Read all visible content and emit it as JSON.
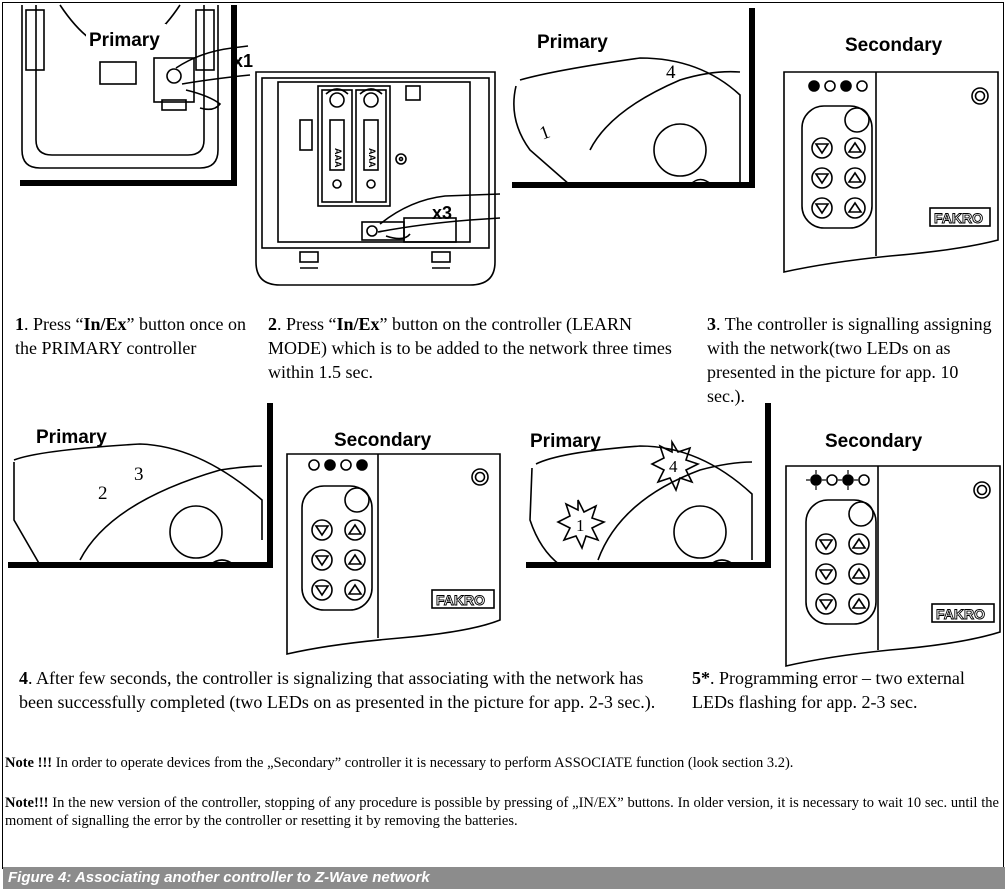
{
  "labels": {
    "primary": "Primary",
    "secondary": "Secondary",
    "x1": "x1",
    "x3": "x3",
    "brand": "FAKRO",
    "aaa": "AAA"
  },
  "step_numbers": {
    "s3_one": "1",
    "s3_four": "4",
    "s4_two": "2",
    "s4_three": "3",
    "s5_one": "1",
    "s5_four": "4"
  },
  "steps": [
    {
      "num": "1",
      "pre": ". Press “",
      "btn": "In/Ex",
      "post": "” button once on the PRIMARY controller"
    },
    {
      "num": "2",
      "pre": ". Press “",
      "btn": "In/Ex",
      "post": "” button on the controller (LEARN MODE) which is to be added to the network three times within 1.5 sec."
    },
    {
      "num": "3",
      "text": ". The controller is signalling assigning with the network(two LEDs on as presented in the picture for app. 10 sec.)."
    },
    {
      "num": "4",
      "text": ". After few seconds, the controller is signalizing that associating with the network has been successfully completed (two LEDs on as presented in the picture for app. 2-3 sec.)."
    },
    {
      "num": "5*",
      "text": ". Programming error – two external LEDs flashing for app. 2-3 sec."
    }
  ],
  "notes": [
    {
      "head": "Note !!!",
      "text": " In  order to operate devices from the „Secondary” controller  it is necessary to perform  ASSOCIATE function (look section 3.2)."
    },
    {
      "head": "Note!!!",
      "text": " In the new version of the controller, stopping of any procedure is possible by pressing of  „IN/EX” buttons. In older version, it is necessary to wait 10 sec. until the moment of signalling the error by the controller or resetting it by removing the batteries."
    }
  ],
  "figure_caption": "Figure 4: Associating another controller to Z-Wave network"
}
